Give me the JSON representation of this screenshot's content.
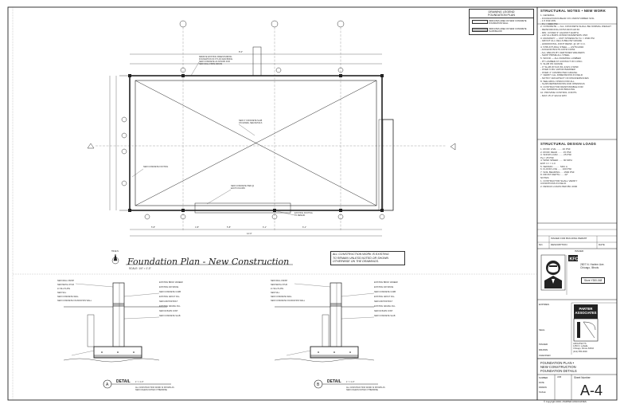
{
  "legend": {
    "title": "DRAWING LEGEND\nFOUNDATION PLAN",
    "rows": [
      "INDICATES AREA OF NEW CONCRETE FOUNDATION WALL",
      "INDICATES AREA OF NEW CONCRETE SLAB BELOW"
    ]
  },
  "notes": {
    "header": "STRUCTURAL NOTES • NEW WORK",
    "body": "1. GENERAL\n- FOUNDATIONS BEAR ON UNDISTURBED SOIL\n- 1.5 KSF MIN\n- F'c = 3000 PSI\n2. CONCRETE — ALL CONCRETE SHALL BE NORMAL WEIGHT\n- REINFORCING ASTM A615 GR 60\n- MIN. COVER 3\" AGAINST EARTH\n- LAP ALL BARS 40 BAR DIAMETERS UNO\n3. MASONRY — UNIT STRENGTH f'm = 1500 PSI\n- GROUT ALL CELLS BELOW GRADE\n- HORIZONTAL JOINT REINF. @ 16\" O.C.\n4. STRUCTURAL STEEL — ASTM A992\n- ANCHOR BOLTS ASTM F1554\n- ALL WELDS BY CERTIFIED WELDERS\n- SHOP PRIME ALL STEEL\n5. WOOD — ALL FRAMING LUMBER\n- PT LUMBER AT CONTACT W/ CONC.\n6. SLAB ON GRADE\n- 4\" SLAB W/ 6x6 W1.4xW1.4 WWF\n- OVER 6 MIL VAPOR BARRIER\n- OVER 4\" COMPACTED GRAVEL\n7. VERIFY ALL DIMENSIONS IN FIELD\n- NOTIFY ARCHITECT OF DISCREPANCIES\n8. SEE ARCH. DWGS FOR ALL\n- SLAB DEPRESSIONS AND OPENINGS\n9. CONTRACTOR RESPONSIBLE FOR\n- ALL SHORING AND BRACING\n10. PROVIDE CONTROL JOINTS\n- MAX 15'-0\" EACH WAY",
    "loads_header": "STRUCTURAL DESIGN LOADS",
    "loads_body": "1. ROOF LIVE ........ 20 PSF\n2. ROOF DEAD ....... 15 PSF\n3. SNOW LOAD ....... 25 PSF\n   Pg = 25 PSF\n4. WIND SPEED ...... 90 MPH\n   EXP. C  I = 1.0\n5. SEISMIC ......... SDC A\n6. FLOOR LIVE ...... 100 PSF\n7. SOIL BEARING .... 1500 PSF\n8. FROST DEPTH ..... 42\"\nNOTES:\n1. CONTRACTOR SHALL VERIFY\n   CONDITIONS IN FIELD.\n2. DESIGN LOADS PER IBC 2000"
  },
  "revisions": {
    "row": "ISSUED FOR BUILDING PERMIT",
    "no_label": "NO.",
    "desc_label": "DESCRIPTION",
    "date_label": "DATE",
    "issued": "ISSUED"
  },
  "client": {
    "logo": "KFC",
    "address": "2807 N. Harlem Ave.\nChicago, Illinois",
    "store": "Store Y300-048"
  },
  "architect": {
    "name": "PARTER\nASSOCIATES",
    "address": "ARCHITECTS\n1250 N. LaSalle\nChicago, Illinois 60610\n(312) 555-0000",
    "labels": [
      "EXPIRES",
      "SEAL",
      "ISSUED",
      "DRAWN",
      "CHECKED"
    ]
  },
  "sheet": {
    "title": "FOUNDATION PLAN •\nNEW CONSTRUCTION\nFOUNDATION DETAILS",
    "number_label": "Sheet Number:",
    "number": "A-4",
    "meta": [
      "NUMBER",
      "DATE",
      "DRAWN",
      "SCALE",
      "JOB"
    ],
    "copyright": "© Copyright 2004 • PARTER ASSOCIATES"
  },
  "plan": {
    "title": "Foundation Plan - New Construction",
    "scale": "SCALE: 1/4\" = 1'-0\"",
    "north": "TRUE N",
    "note": "ALL CONSTRUCTION WORK IS EXISTING\nTO REMAIN UNLESS NOTED OR SHOWN\nOTHERWISE ON THE DRAWINGS.",
    "callouts": [
      "REMOVE EXISTING FREESTANDING\nFOUNDATION OF PYLON AND BRING\nNEW CONCRETE AS SHOWN FOR\nNEW WALL FROM ABOVE",
      "NEW 4\" CONCRETE SLAB\nON GRADE, SEE DETAILS",
      "NEW CONCRETE FOOTING",
      "NEW CONCRETE PIER @\nEACH COLUMN",
      "EXISTING FOOTING\nTO REMAIN"
    ],
    "dims": [
      "5'-8\"",
      "4'-8\"",
      "5'-8\"",
      "6'-1\"",
      "6'-1\"",
      "12'-0\"",
      "8'-0\""
    ]
  },
  "details": {
    "a": {
      "mark": "A",
      "title": "DETAIL",
      "scale": "1\" = 1'-0\"",
      "note": "ALL CONSTRUCTION WORK IS SHOWN AS\nNEW UNLESS NOTED OTHERWISE"
    },
    "b": {
      "mark": "B",
      "title": "DETAIL",
      "scale": "1\" = 1'-0\"",
      "note": "ALL CONSTRUCTION WORK IS SHOWN AS\nNEW UNLESS NOTED OTHERWISE"
    },
    "left_notes": "NEW WALL FINISH\nNEW METAL STUD\n2x SILL PLATE\nNEW SILL\nNEW CONCRETE WALL\nNEW CONCRETE FOUNDATION WALL",
    "right_notes": "EXISTING BRICK VENEER\nEXISTING AIR SPACE\nNEW CONCRETE CURB\nEXISTING GROUT FILL\nNEW ANCHOR BOLT\nEXISTING GRAVEL FILL\nNEW #4 BARS CONT.\nNEW CONCRETE SLAB"
  }
}
